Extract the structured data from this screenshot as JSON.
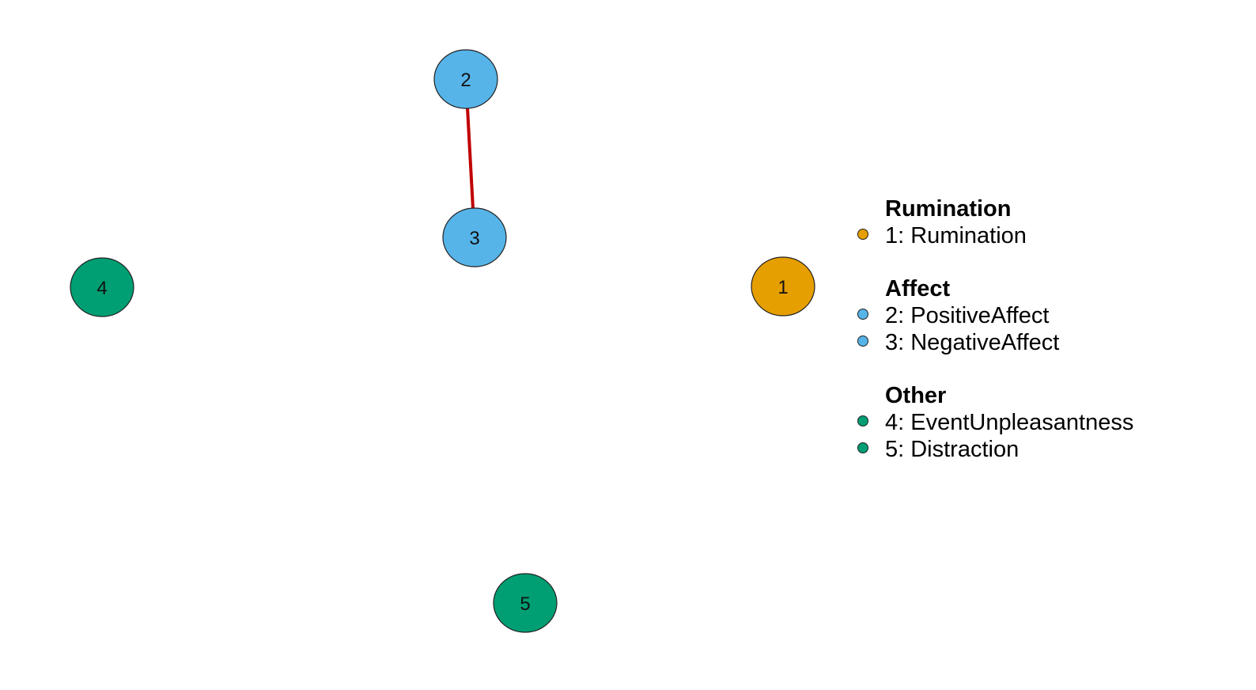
{
  "network": {
    "nodes": [
      {
        "id": "1",
        "group": "Rumination",
        "color": "#E69F00"
      },
      {
        "id": "2",
        "group": "Affect",
        "color": "#56B4E9"
      },
      {
        "id": "3",
        "group": "Affect",
        "color": "#56B4E9"
      },
      {
        "id": "4",
        "group": "Other",
        "color": "#009E73"
      },
      {
        "id": "5",
        "group": "Other",
        "color": "#009E73"
      }
    ],
    "edges": [
      {
        "from": "2",
        "to": "3",
        "sign": "negative",
        "color": "#C00000"
      }
    ]
  },
  "legend": {
    "groups": [
      {
        "title": "Rumination",
        "color": "#E69F00",
        "items": [
          "1: Rumination"
        ]
      },
      {
        "title": "Affect",
        "color": "#56B4E9",
        "items": [
          "2: PositiveAffect",
          "3: NegativeAffect"
        ]
      },
      {
        "title": "Other",
        "color": "#009E73",
        "items": [
          "4: EventUnpleasantness",
          "5: Distraction"
        ]
      }
    ]
  }
}
